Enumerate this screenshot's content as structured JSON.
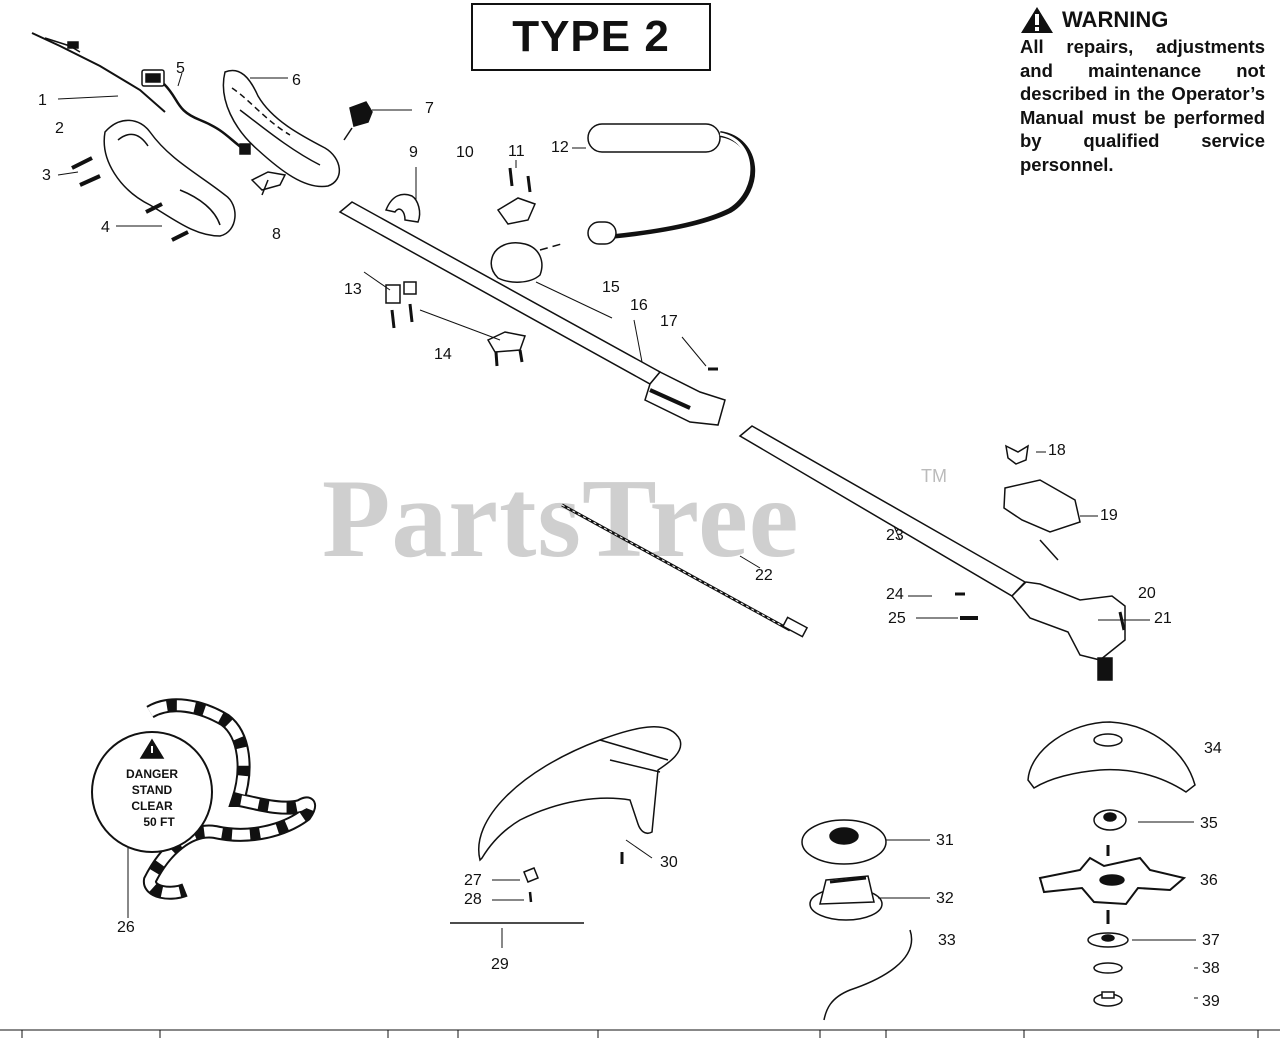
{
  "title": "TYPE 2",
  "warning": {
    "heading": "WARNING",
    "body": "All repairs, adjustments and maintenance not described in the Operator’s Manual must be performed by qualified service personnel."
  },
  "watermark": "PartsTree",
  "trademark": "TM",
  "decal": {
    "line1": "DANGER",
    "line2": "STAND",
    "line3": "CLEAR",
    "line4": "50 FT"
  },
  "callouts": [
    "1",
    "2",
    "3",
    "4",
    "5",
    "6",
    "7",
    "8",
    "9",
    "10",
    "11",
    "12",
    "13",
    "14",
    "15",
    "16",
    "17",
    "18",
    "19",
    "20",
    "21",
    "22",
    "23",
    "24",
    "25",
    "26",
    "27",
    "28",
    "29",
    "30",
    "31",
    "32",
    "33",
    "34",
    "35",
    "36",
    "37",
    "38",
    "39"
  ],
  "colors": {
    "ink": "#111111",
    "watermark": "#cfcfcf"
  }
}
